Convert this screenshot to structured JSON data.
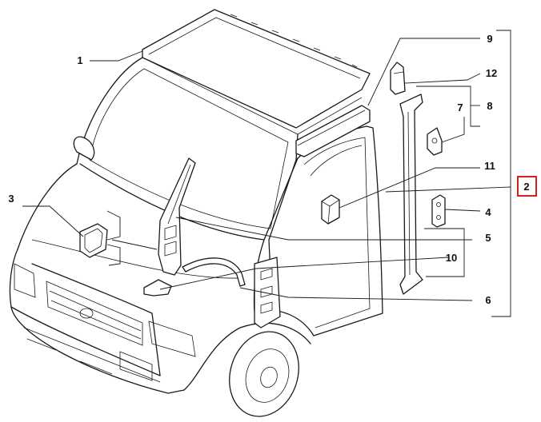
{
  "callouts": [
    {
      "id": "1",
      "label": "1"
    },
    {
      "id": "2",
      "label": "2",
      "highlighted": true
    },
    {
      "id": "3",
      "label": "3"
    },
    {
      "id": "4",
      "label": "4"
    },
    {
      "id": "5",
      "label": "5"
    },
    {
      "id": "6",
      "label": "6"
    },
    {
      "id": "7",
      "label": "7"
    },
    {
      "id": "8",
      "label": "8"
    },
    {
      "id": "9",
      "label": "9"
    },
    {
      "id": "10",
      "label": "10"
    },
    {
      "id": "11",
      "label": "11"
    },
    {
      "id": "12",
      "label": "12"
    }
  ],
  "colors": {
    "line": "#1a1a1a",
    "highlight": "#d62020",
    "background": "#ffffff"
  }
}
